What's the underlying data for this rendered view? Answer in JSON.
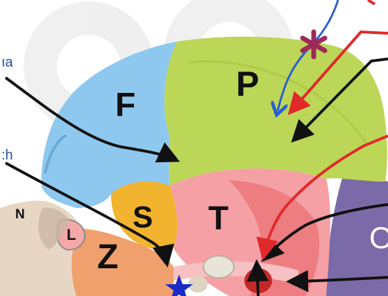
{
  "labels": {
    "frontal": "F",
    "parietal": "P",
    "sphenoid": "S",
    "temporal": "T",
    "zygomatic": "Z",
    "lacrimal": "L",
    "nasal": "N",
    "occipital": "O",
    "left_top": "ıa",
    "left_mid": ":h"
  },
  "colors": {
    "background": "#ffffff",
    "frontal": "#8ec8ee",
    "parietal": "#bcd658",
    "sphenoid": "#f2b32e",
    "temporal": "#f4a0a4",
    "zygomatic": "#f0a06c",
    "occipital": "#7b6aa8",
    "black_arrow": "#111111",
    "red_arrow": "#e02a2a",
    "blue_arrow": "#2a5fd0",
    "asterisk": "#9e2a5a",
    "star": "#1a2bc8"
  },
  "icons": [
    "asterisk-icon",
    "star-icon"
  ]
}
